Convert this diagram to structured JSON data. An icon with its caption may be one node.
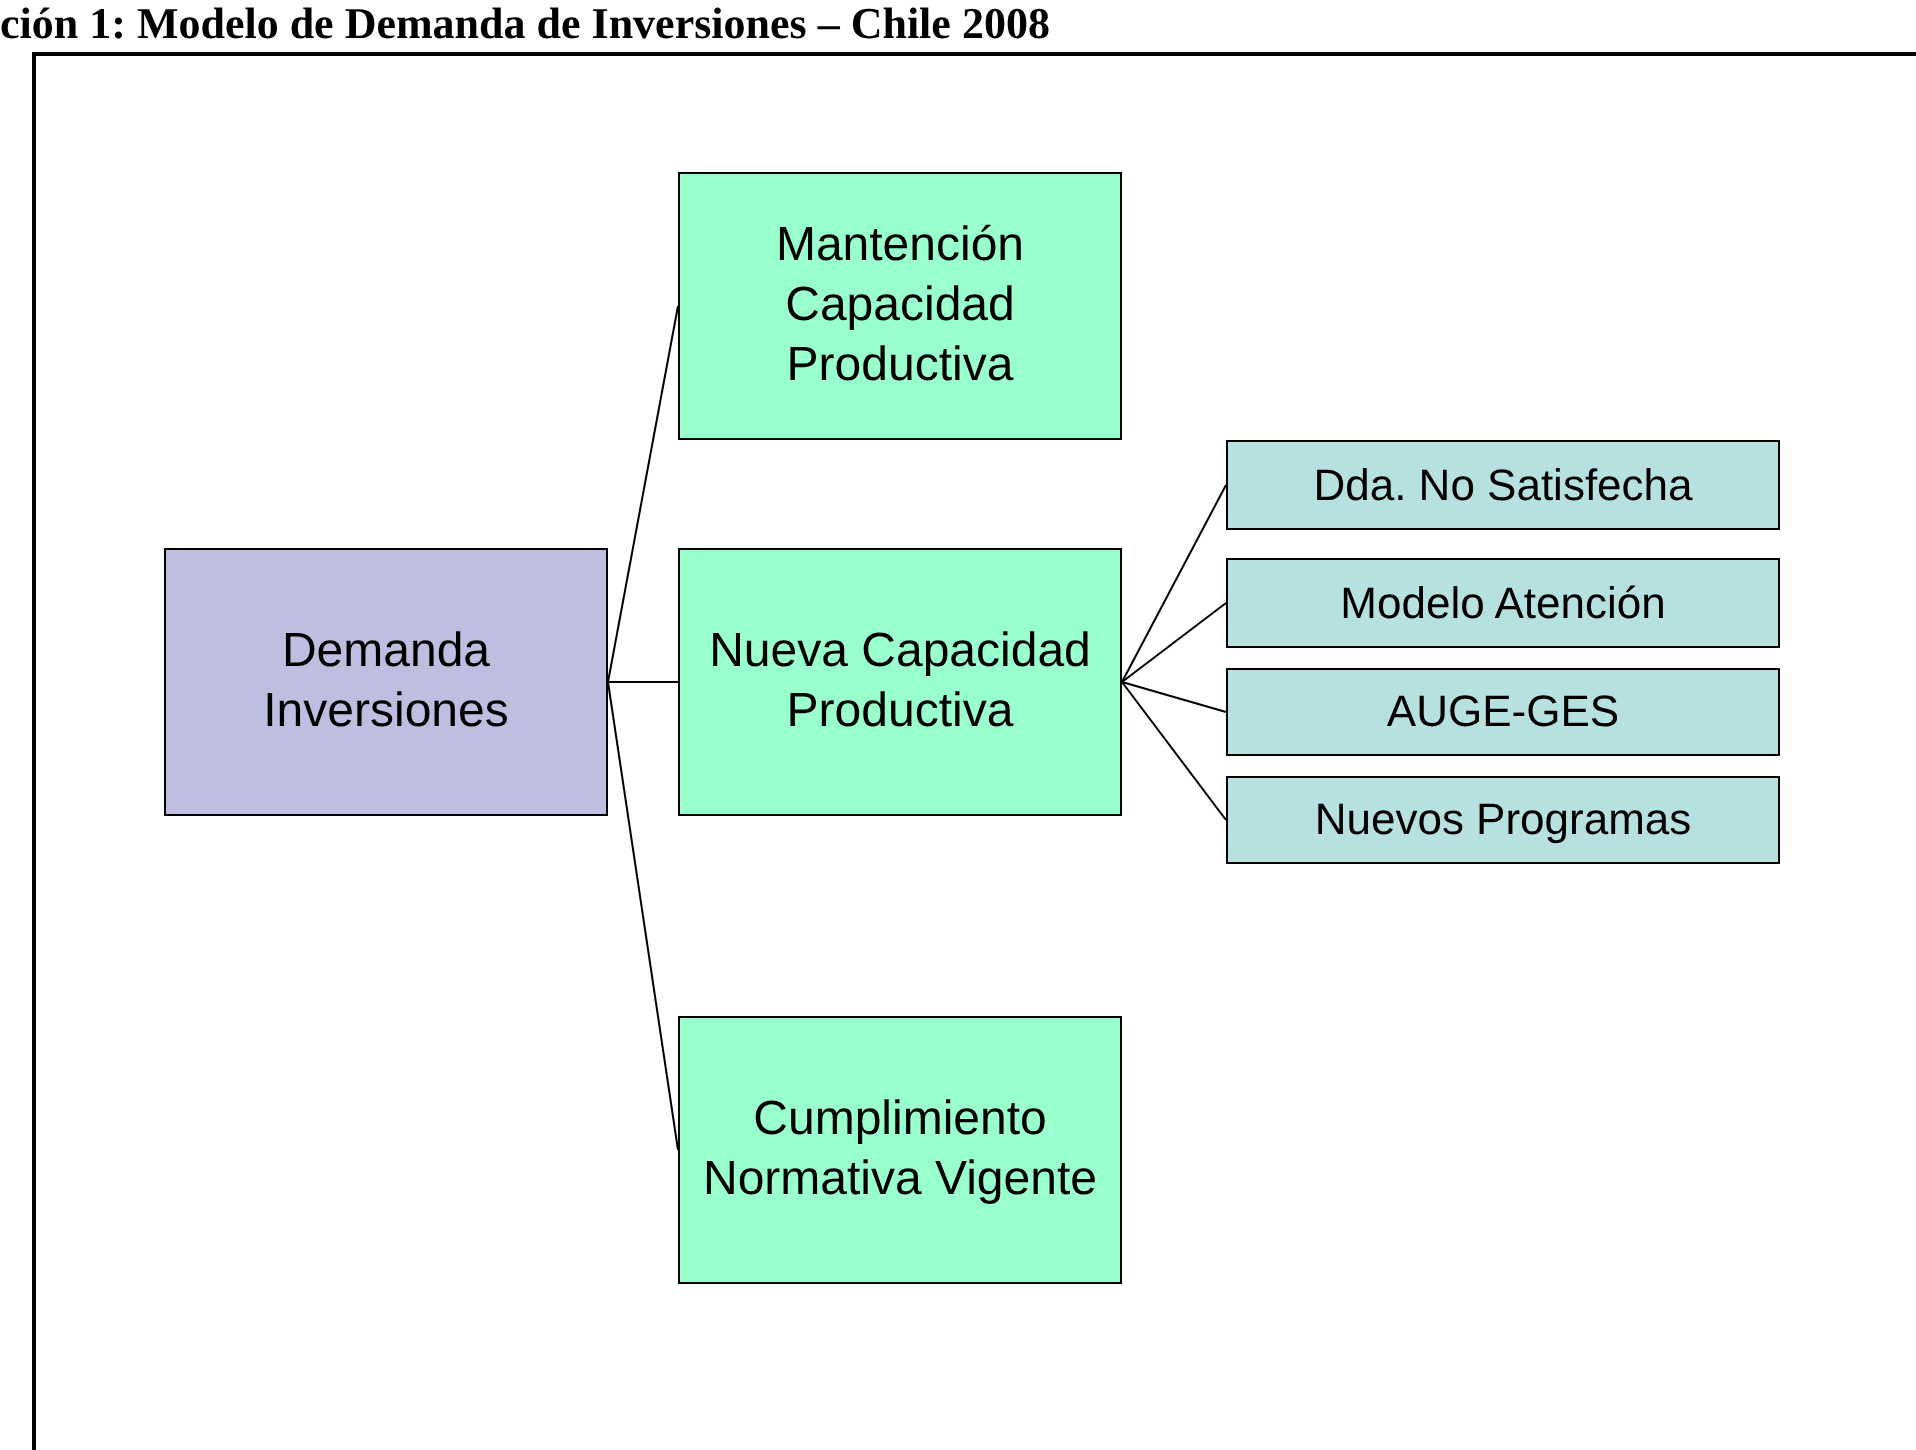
{
  "diagram": {
    "title": "ción 1: Modelo de Demanda de Inversiones – Chile 2008",
    "nodes": [
      {
        "text": [
          "Demanda Inversiones"
        ]
      },
      {
        "text": [
          "Mantención Capacidad Productiva"
        ]
      },
      {
        "text": [
          "Nueva Capacidad Productiva"
        ]
      },
      {
        "text": [
          "Cumplimiento Normativa Vigente"
        ]
      },
      {
        "text": [
          "Dda. No Satisfecha"
        ]
      },
      {
        "text": [
          "Modelo Atención"
        ]
      },
      {
        "text": [
          "AUGE-GES"
        ]
      },
      {
        "text": [
          "Nuevos Programas"
        ]
      }
    ],
    "edges": [
      {
        "from": 0,
        "to": 1,
        "arrow": "none"
      },
      {
        "from": 0,
        "to": 2,
        "arrow": "none"
      },
      {
        "from": 0,
        "to": 3,
        "arrow": "none"
      },
      {
        "from": 2,
        "to": 4,
        "arrow": "none"
      },
      {
        "from": 2,
        "to": 5,
        "arrow": "none"
      },
      {
        "from": 2,
        "to": 6,
        "arrow": "none"
      },
      {
        "from": 2,
        "to": 7,
        "arrow": "none"
      }
    ]
  }
}
